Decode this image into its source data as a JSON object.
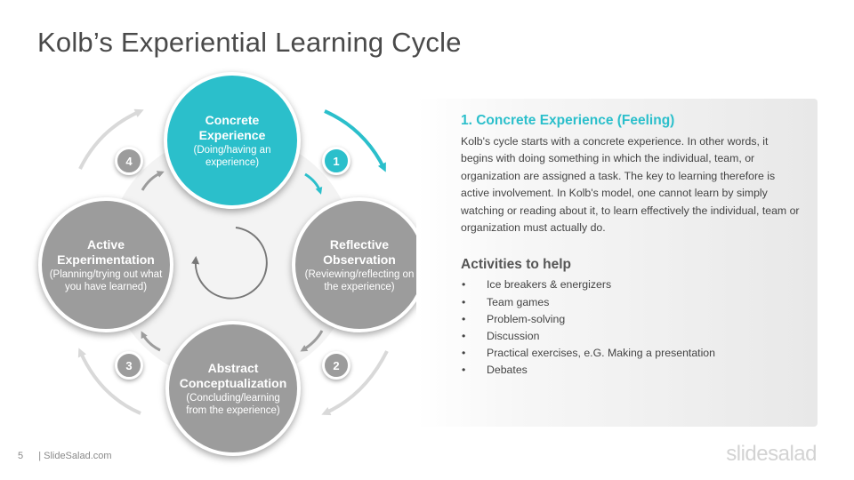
{
  "title": "Kolb’s Experiential Learning Cycle",
  "cycle": {
    "nodes": [
      {
        "title": "Concrete Experience",
        "subtitle": "(Doing/having an experience)"
      },
      {
        "title": "Reflective Observation",
        "subtitle": "(Reviewing/reflecting on the experience)"
      },
      {
        "title": "Abstract Conceptualization",
        "subtitle": "(Concluding/learning from the experience)"
      },
      {
        "title": "Active Experimentation",
        "subtitle": "(Planning/trying out what you have learned)"
      }
    ],
    "badges": [
      "1",
      "2",
      "3",
      "4"
    ]
  },
  "panel": {
    "heading": "1. Concrete Experience (Feeling)",
    "body": "Kolb's cycle starts with a concrete experience. In other words, it begins with doing something in which the individual, team, or organization are assigned a task. The key to learning therefore is active involvement. In Kolb's model, one cannot learn by simply watching or reading about it, to learn effectively the individual, team or organization must actually do.",
    "activities_heading": "Activities to help",
    "bullet": "•",
    "activities": [
      "Ice breakers & energizers",
      "Team games",
      "Problem-solving",
      "Discussion",
      "Practical exercises, e.G. Making a presentation",
      "Debates"
    ]
  },
  "footer": {
    "page": "5",
    "site": "| SlideSalad.com"
  },
  "logo": "slidesalad",
  "colors": {
    "accent": "#2bbfcb",
    "node_gray": "#9c9c9c",
    "arrow_gray": "#d9d9d9",
    "text": "#444444"
  }
}
